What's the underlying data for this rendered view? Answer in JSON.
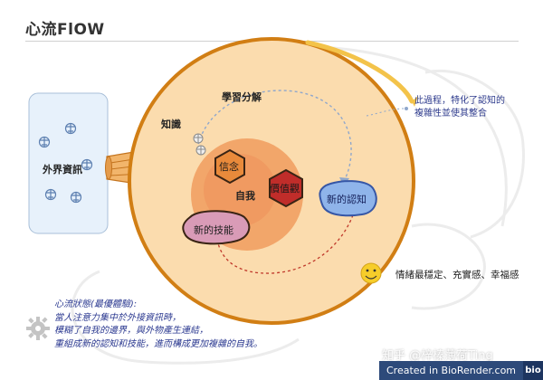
{
  "title": "心流FlOW",
  "labels": {
    "external": "外界資訊",
    "knowledge": "知識",
    "learning": "學習分解",
    "belief": "信念",
    "value": "價值觀",
    "self": "自我",
    "new_skill": "新的技能",
    "new_cognition": "新的認知",
    "emotion": "情緒最穩定、充實感、幸福感"
  },
  "process_note": [
    "此過程，特化了認知的",
    "複雜性並使其整合"
  ],
  "flow_state": {
    "heading": "心流狀態(最優體驗):",
    "lines": [
      "當人注意力集中於外接資訊時，",
      "模糊了自我的邊界，與外物產生連結，",
      "重組成新的認知和技能，進而構成更加複雜的自我。"
    ]
  },
  "watermark": "知乎 @梓榛薄荷Ting",
  "footer": {
    "text": "Created in BioRender.com",
    "badge": "bio"
  },
  "colors": {
    "cell_fill": "#fbdcae",
    "cell_stroke": "#d17e14",
    "inner_ring": "#f2a66a",
    "core": "#ee8f5a",
    "belief": "#e98a3b",
    "value": "#c02d2a",
    "skill": "#d99bb7",
    "cognition": "#8fb4ea",
    "panel": "#e7f1fb"
  }
}
